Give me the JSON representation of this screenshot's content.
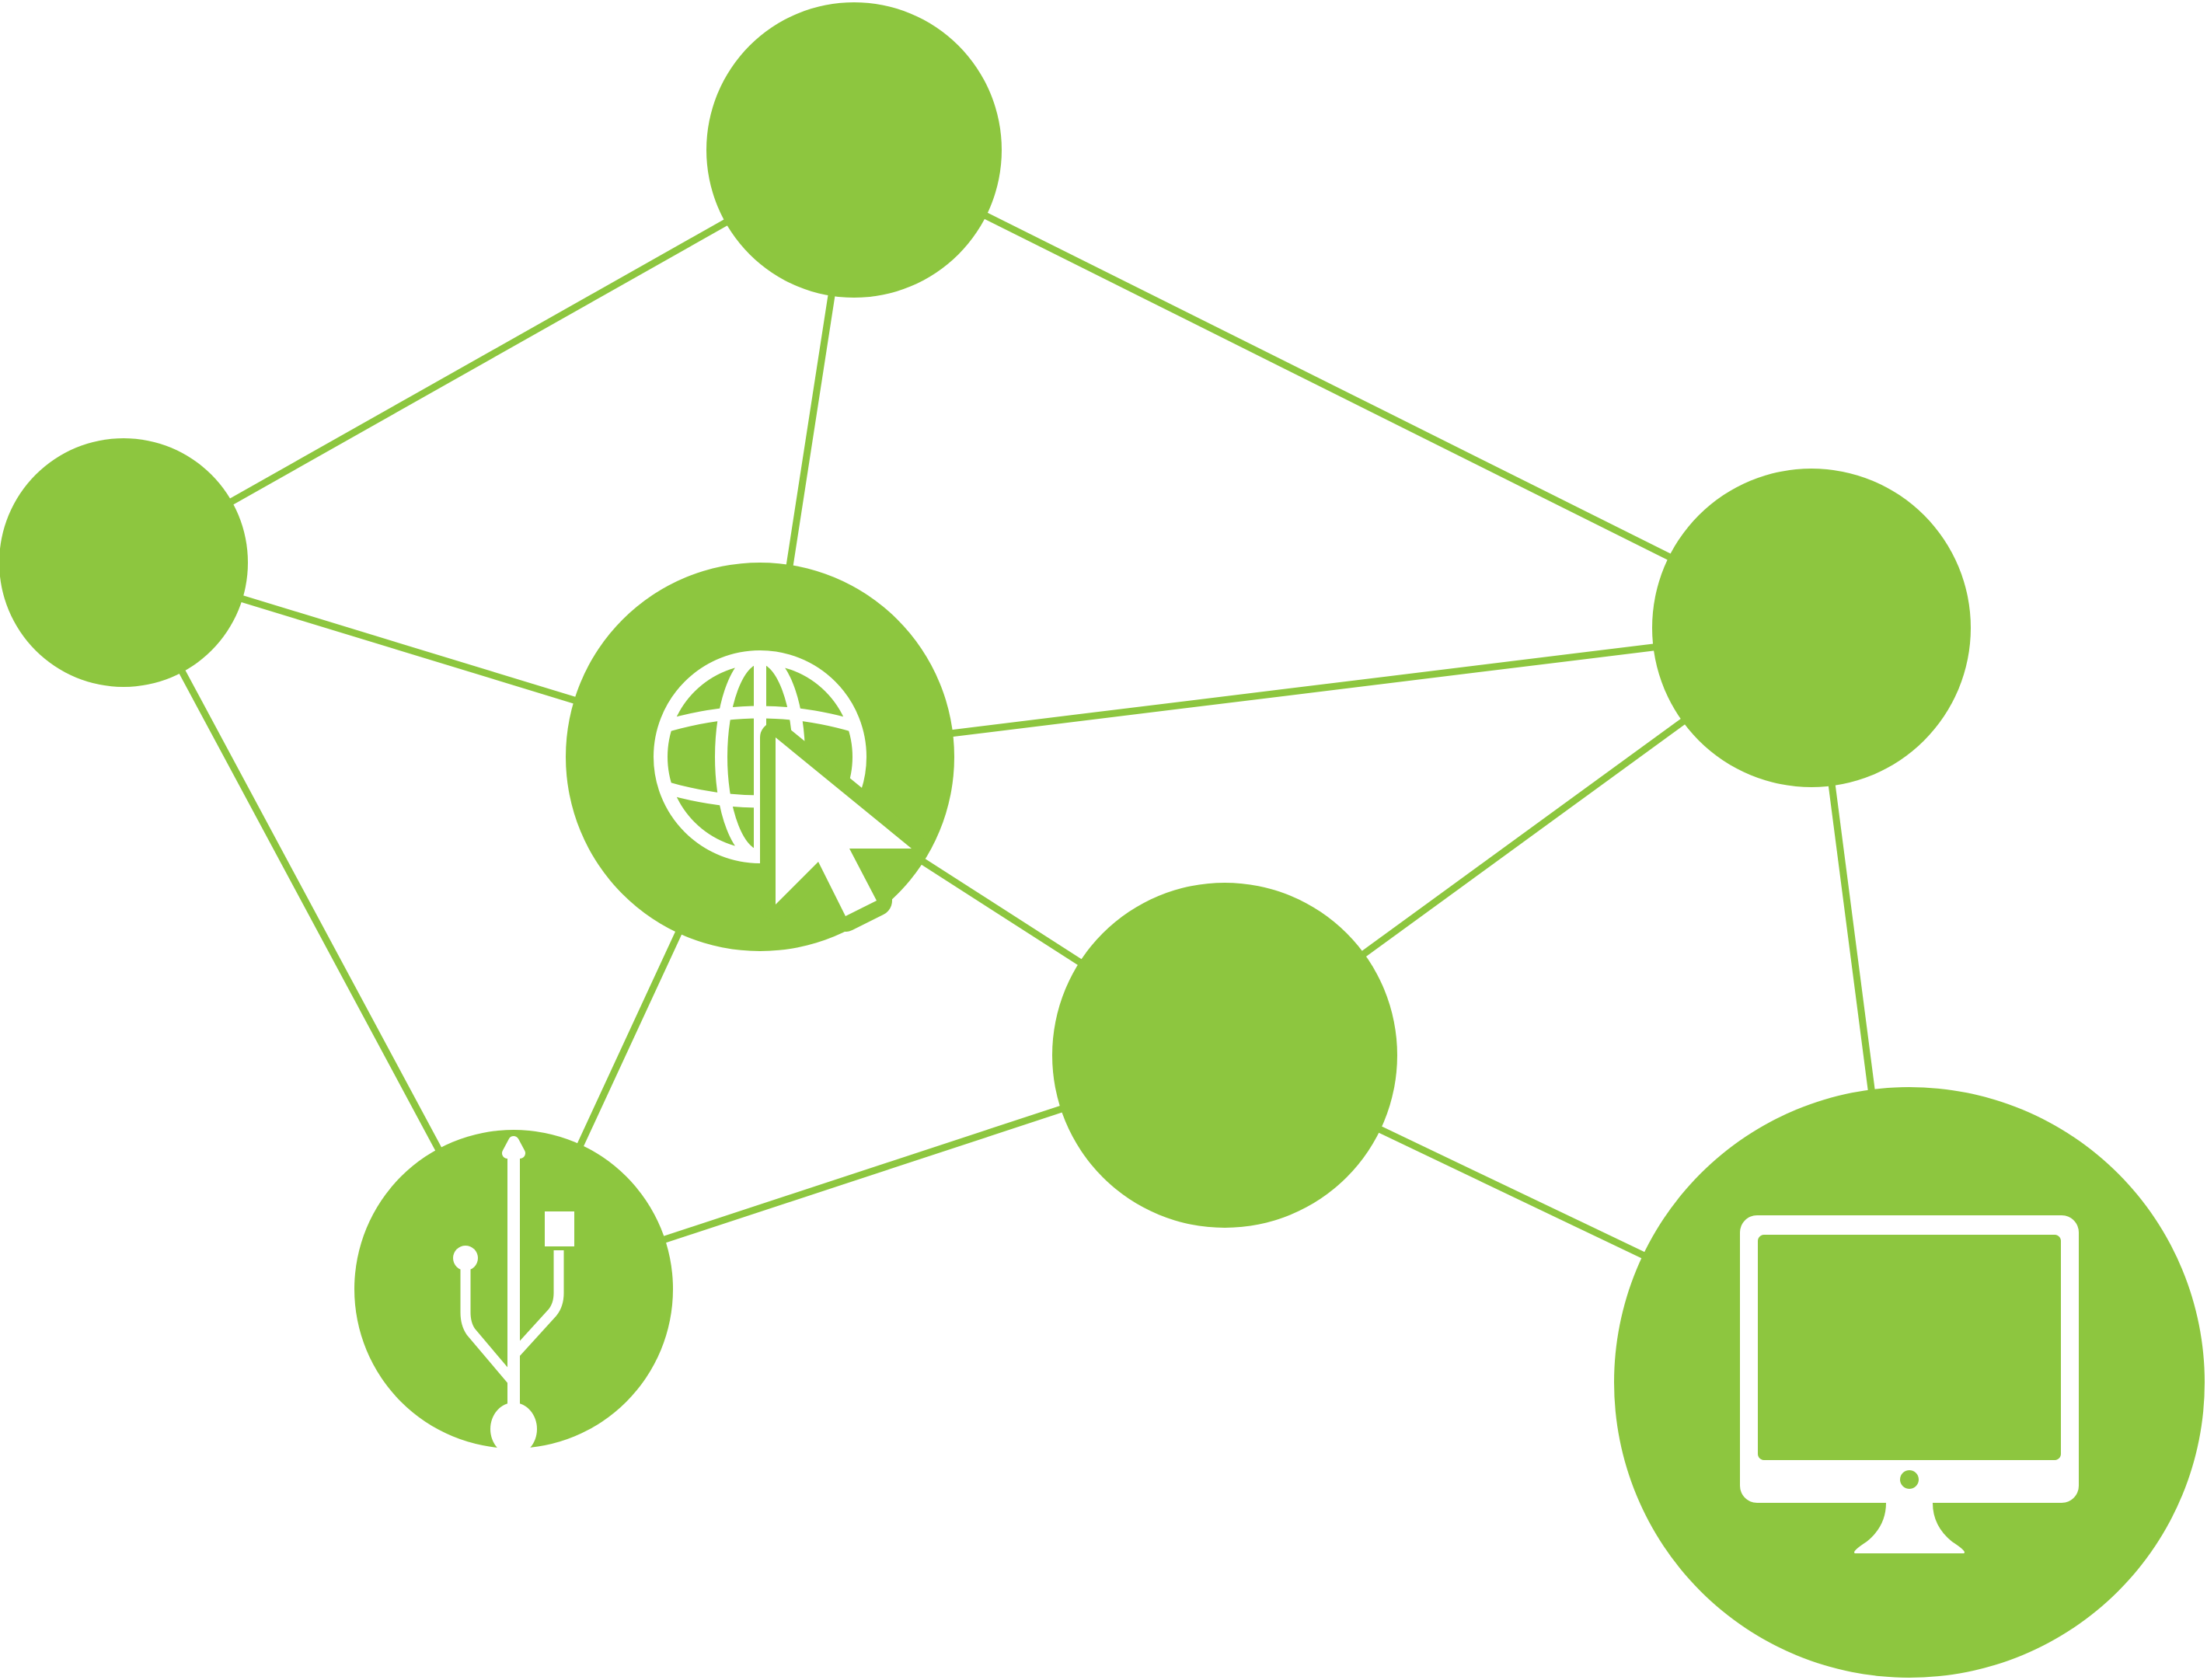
{
  "colors": {
    "node": "#8dc63f",
    "edge": "#8dc63f",
    "icon": "#ffffff",
    "background": "#ffffff"
  },
  "nodes": [
    {
      "id": "top",
      "icon": null
    },
    {
      "id": "left",
      "icon": null
    },
    {
      "id": "globe",
      "icon": "globe-cursor-icon"
    },
    {
      "id": "right",
      "icon": null
    },
    {
      "id": "middle",
      "icon": null
    },
    {
      "id": "usb",
      "icon": "usb-icon"
    },
    {
      "id": "monitor",
      "icon": "monitor-icon"
    }
  ],
  "edges": [
    [
      "top",
      "left"
    ],
    [
      "top",
      "globe"
    ],
    [
      "top",
      "right"
    ],
    [
      "left",
      "globe"
    ],
    [
      "left",
      "usb"
    ],
    [
      "globe",
      "right"
    ],
    [
      "globe",
      "middle"
    ],
    [
      "globe",
      "usb"
    ],
    [
      "right",
      "middle"
    ],
    [
      "right",
      "monitor"
    ],
    [
      "usb",
      "middle"
    ],
    [
      "middle",
      "monitor"
    ]
  ]
}
